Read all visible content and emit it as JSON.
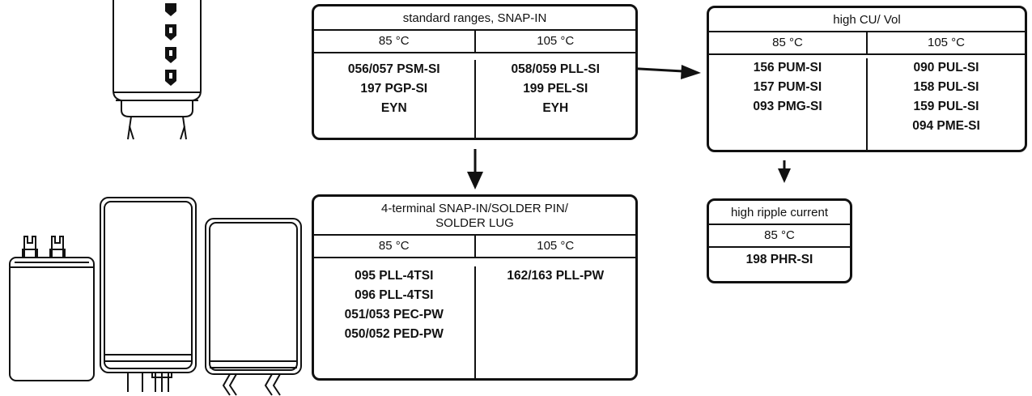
{
  "standard": {
    "title": "standard ranges, SNAP-IN",
    "col85": "85 °C",
    "col105": "105 °C",
    "items85": [
      "056/057 PSM-SI",
      "197 PGP-SI",
      "EYN"
    ],
    "items105": [
      "058/059 PLL-SI",
      "199 PEL-SI",
      "EYH"
    ]
  },
  "highcv": {
    "title": "high CU/ Vol",
    "col85": "85 °C",
    "col105": "105 °C",
    "items85": [
      "156 PUM-SI",
      "157 PUM-SI",
      "093 PMG-SI"
    ],
    "items105": [
      "090 PUL-SI",
      "158 PUL-SI",
      "159 PUL-SI",
      "094 PME-SI"
    ]
  },
  "fourterminal": {
    "title": "4-terminal SNAP-IN/SOLDER PIN/ SOLDER LUG",
    "col85": "85 °C",
    "col105": "105 °C",
    "items85": [
      "095 PLL-4TSI",
      "096 PLL-4TSI",
      "051/053 PEC-PW",
      "050/052 PED-PW"
    ],
    "items105": [
      "162/163 PLL-PW"
    ]
  },
  "ripple": {
    "title": "high ripple current",
    "col85": "85 °C",
    "items85": [
      "198 PHR-SI"
    ]
  }
}
